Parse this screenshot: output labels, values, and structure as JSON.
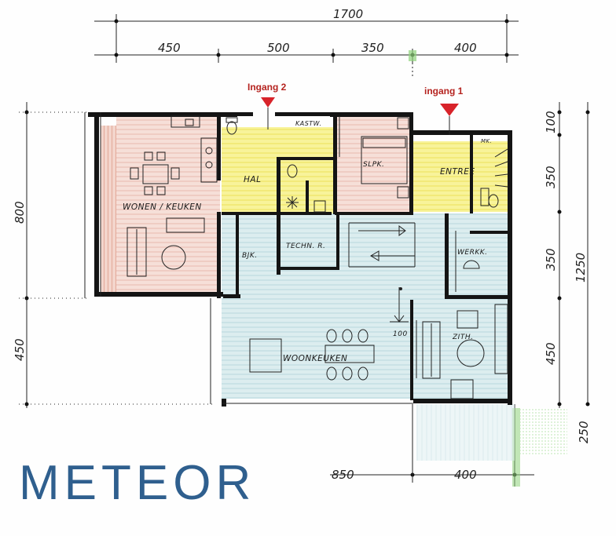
{
  "plan": {
    "dimensions_top": {
      "total": "1700",
      "segments": [
        "450",
        "500",
        "350",
        "400"
      ]
    },
    "dimensions_left": [
      "800",
      "450"
    ],
    "dimensions_right": [
      "100",
      "350",
      "350",
      "450",
      "250",
      "1250"
    ],
    "dimensions_bottom": [
      "850",
      "400"
    ],
    "entrances": {
      "entrance_2": "Ingang 2",
      "entrance_1": "ingang 1"
    },
    "rooms": {
      "wonen_keuken": "WONEN / KEUKEN",
      "hal": "HAL",
      "kastw": "KASTW.",
      "slpk": "SLPK.",
      "entree": "ENTREE",
      "mk": "MK.",
      "bjk": "BJK.",
      "techn": "TECHN. R.",
      "werkk": "WERKK.",
      "woonkeuken": "WOONKEUKEN",
      "zith": "ZITH.",
      "level": "100"
    },
    "colors": {
      "pink": "#f4d9d2",
      "yellow": "#f6f08a",
      "blue": "#d3e7ea",
      "green": "#8ed27a",
      "entrance_marker": "#d8232a",
      "logo": "#2f5f8e"
    }
  },
  "brand": {
    "logo": "METEOR"
  }
}
